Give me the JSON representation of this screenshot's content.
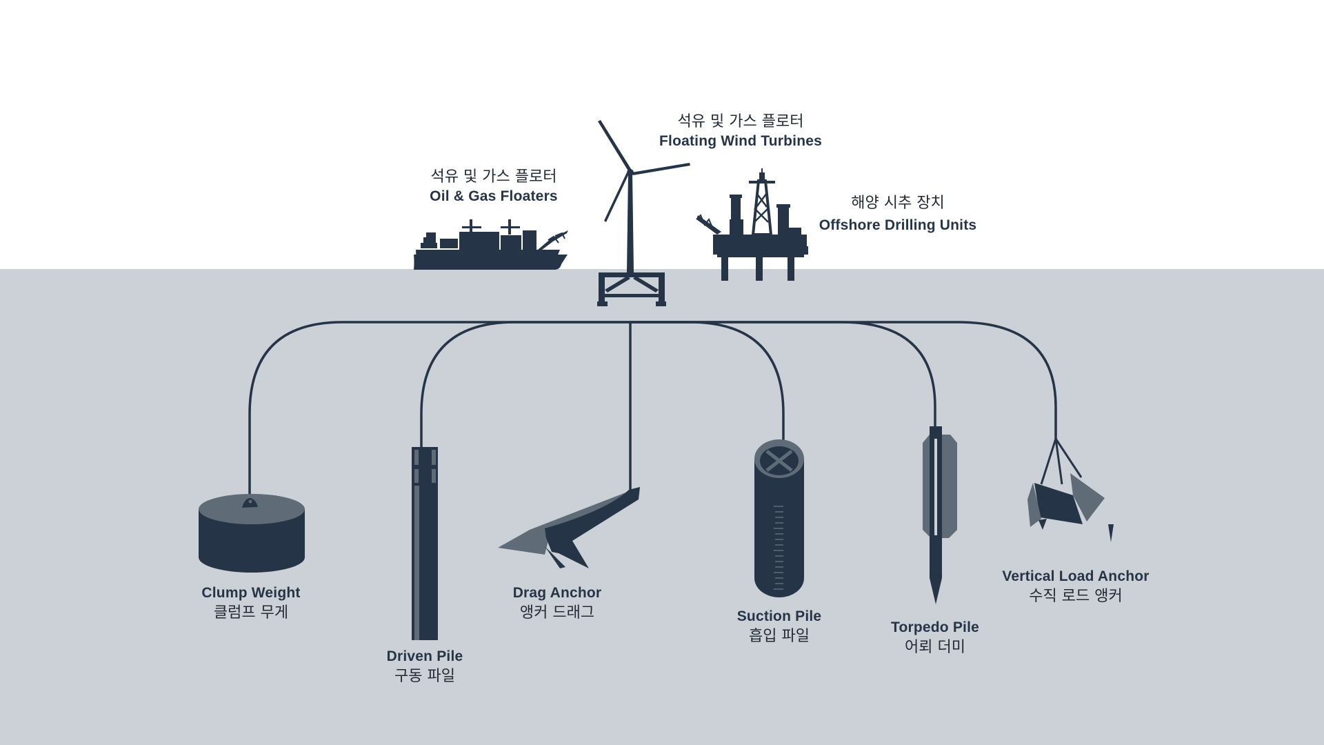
{
  "colors": {
    "dark": "#253547",
    "mid": "#5f6b77",
    "sea": "#ccd0d7",
    "sky": "#ffffff"
  },
  "surface": {
    "wind_turbine": {
      "ko": "석유 및 가스 플로터",
      "en": "Floating Wind Turbines",
      "icon": "wind-turbine-icon"
    },
    "oil_gas": {
      "ko": "석유 및 가스 플로터",
      "en": "Oil & Gas Floaters",
      "icon": "fpso-ship-icon"
    },
    "drilling": {
      "ko": "해양 시추 장치",
      "en": "Offshore Drilling Units",
      "icon": "drilling-rig-icon"
    }
  },
  "anchors": {
    "clump_weight": {
      "en": "Clump Weight",
      "ko": "클럼프 무게",
      "icon": "clump-weight-icon"
    },
    "driven_pile": {
      "en": "Driven Pile",
      "ko": "구동 파일",
      "icon": "driven-pile-icon"
    },
    "drag_anchor": {
      "en": "Drag Anchor",
      "ko": "앵커 드래그",
      "icon": "drag-anchor-icon"
    },
    "suction_pile": {
      "en": "Suction Pile",
      "ko": "흡입 파일",
      "icon": "suction-pile-icon"
    },
    "torpedo_pile": {
      "en": "Torpedo Pile",
      "ko": "어뢰 더미",
      "icon": "torpedo-pile-icon"
    },
    "vertical_load_anchor": {
      "en": "Vertical Load Anchor",
      "ko": "수직 로드 앵커",
      "icon": "vertical-load-anchor-icon"
    }
  }
}
